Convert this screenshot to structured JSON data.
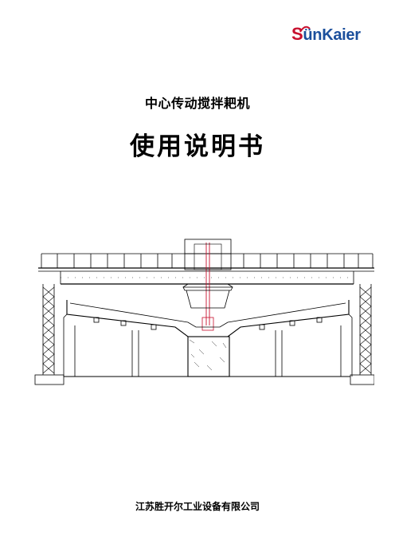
{
  "logo": {
    "text_s": "S",
    "text_rest": "ünKaier",
    "brand_color": "#1b4f9c",
    "accent_color": "#c8102e"
  },
  "document": {
    "subtitle": "中心传动搅拌耙机",
    "title": "使用说明书",
    "company": "江苏胜开尔工业设备有限公司"
  },
  "drawing": {
    "subject": "center-drive-thickener-cross-section-diagram"
  }
}
